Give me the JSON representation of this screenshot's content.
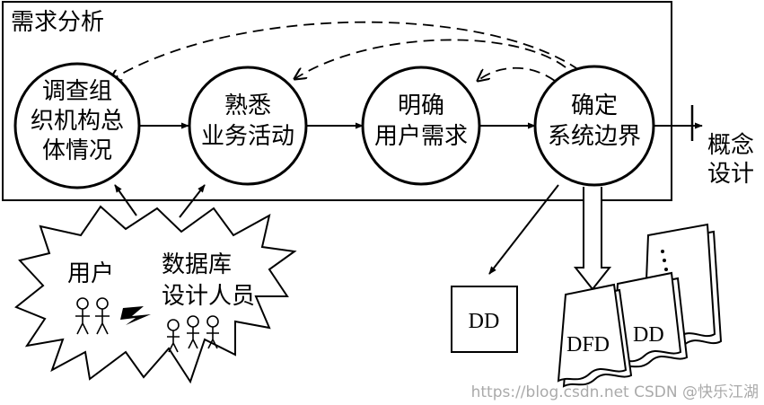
{
  "frame": {
    "title": "需求分析"
  },
  "nodes": {
    "org": [
      "调查组",
      "织机构总",
      "体情况"
    ],
    "business": [
      "熟悉",
      "业务活动"
    ],
    "requirements": [
      "明确",
      "用户需求"
    ],
    "boundary": [
      "确定",
      "系统边界"
    ]
  },
  "output": [
    "概念",
    "设计"
  ],
  "burst": {
    "users": "用户",
    "designers": [
      "数据库",
      "设计人员"
    ]
  },
  "dd_box": "DD",
  "documents": {
    "dfd": "DFD",
    "dd": "DD"
  },
  "watermark": "https://blog.csdn.net  CSDN @快乐江湖"
}
